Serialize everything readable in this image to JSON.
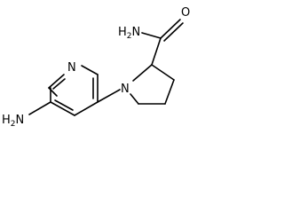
{
  "molecule": {
    "atoms": {
      "amine_n": "H",
      "amine_h2": "2",
      "amine_n_letter": "N",
      "pyridine_n": "N",
      "pyrrolidine_n": "N",
      "carbonyl_o": "O",
      "amide_n": "H",
      "amide_h2": "2",
      "amide_n_letter": "N"
    }
  }
}
